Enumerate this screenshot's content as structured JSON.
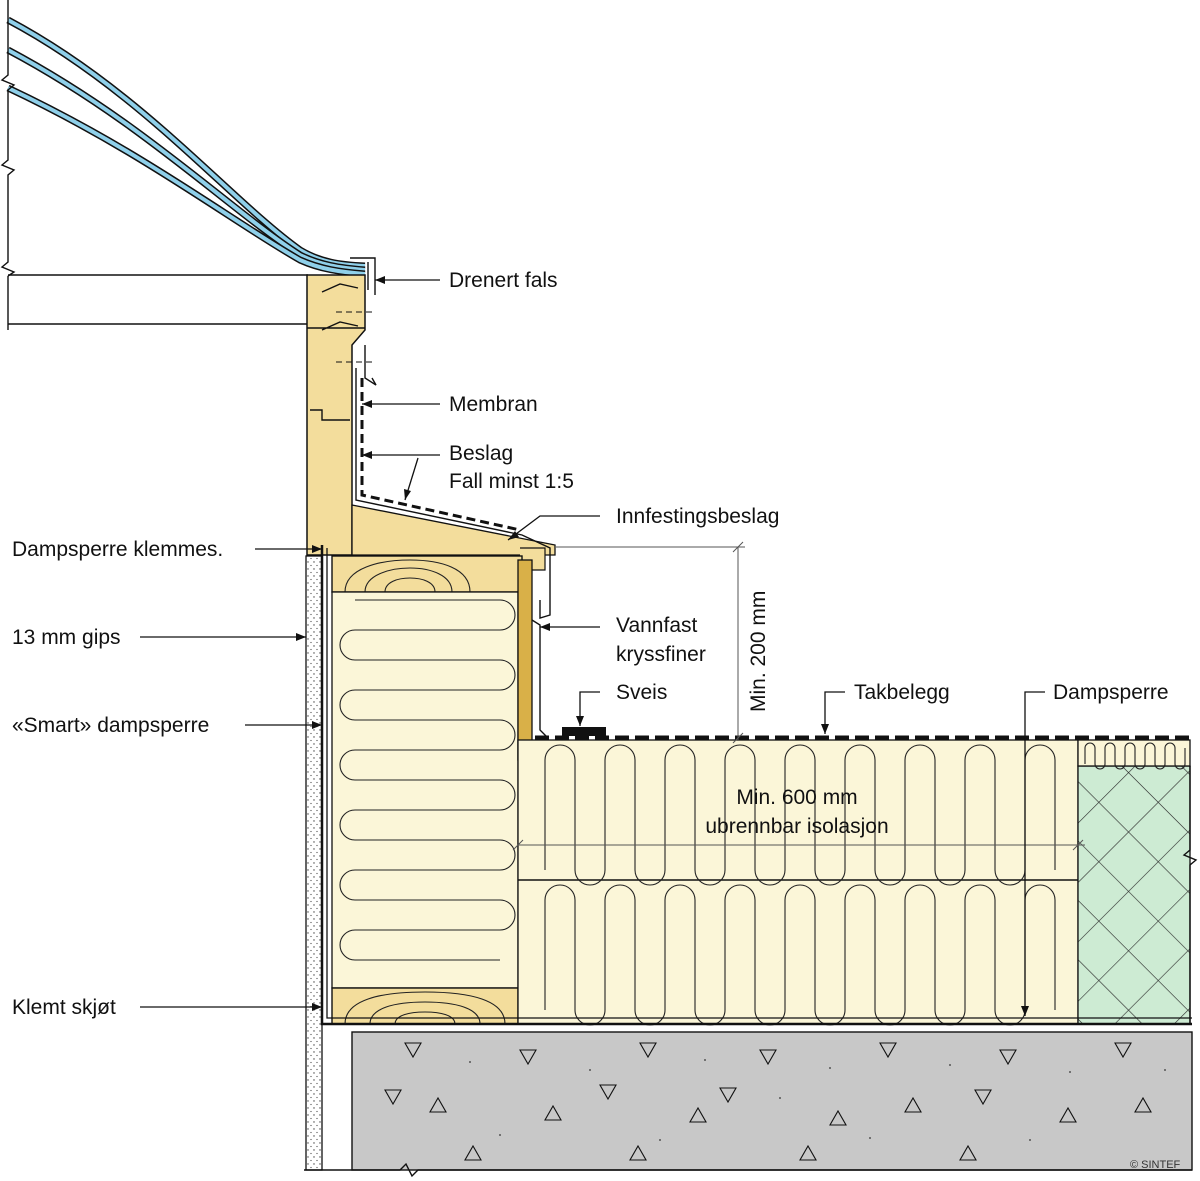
{
  "labels": {
    "drenert_fals": "Drenert fals",
    "membran": "Membran",
    "beslag_1": "Beslag",
    "beslag_2": "Fall minst 1:5",
    "innfestingsbeslag": "Innfestingsbeslag",
    "dampsperre_klemmes": "Dampsperre klemmes.",
    "gips": "13 mm gips",
    "vannfast_1": "Vannfast",
    "vannfast_2": "kryssfiner",
    "smart_dampsperre": "«Smart» dampsperre",
    "sveis": "Sveis",
    "takbelegg": "Takbelegg",
    "dampsperre": "Dampsperre",
    "min200": "Min. 200 mm",
    "isolasjon_1": "Min. 600 mm",
    "isolasjon_2": "ubrennbar isolasjon",
    "klemt_skjot": "Klemt skjøt",
    "copyright": "© SINTEF"
  },
  "colors": {
    "wood": "#f3dd9c",
    "insulation": "#fbf6d8",
    "concrete": "#c8c8c8",
    "green_insulation": "#cdebd3",
    "glass": "#8fd0ea",
    "plywood": "#d9b048",
    "line": "#111111"
  }
}
